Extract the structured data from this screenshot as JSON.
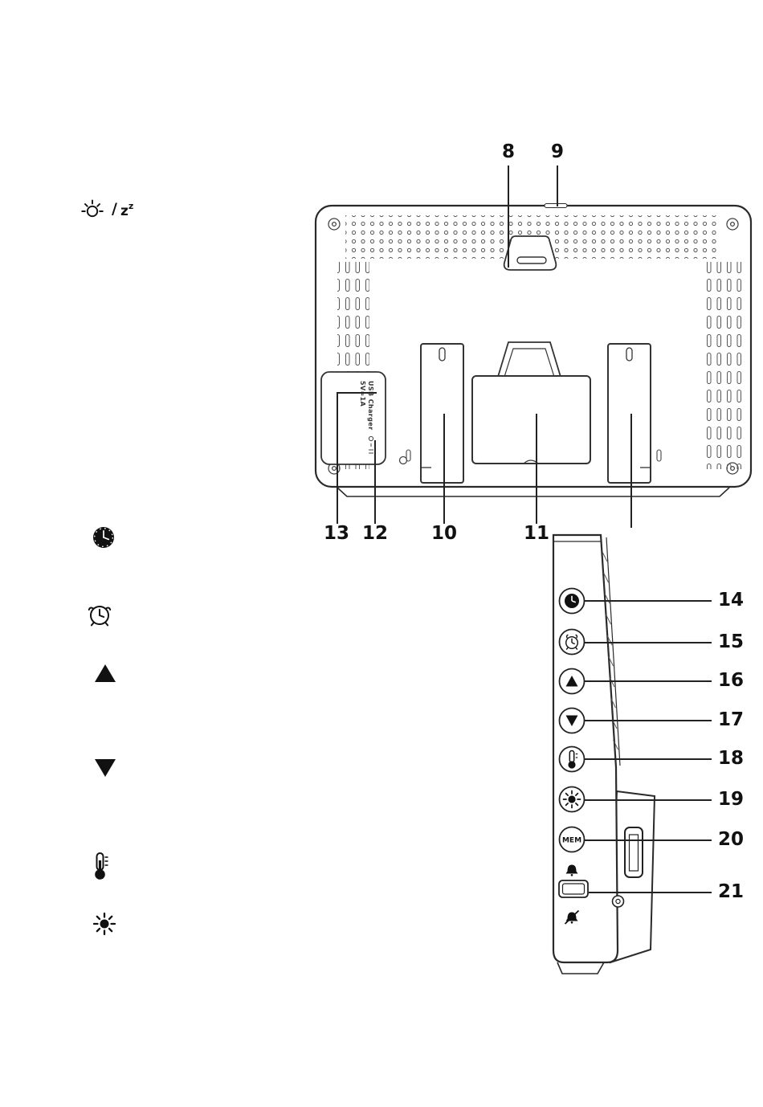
{
  "page": {
    "background": "#ffffff"
  },
  "callouts": {
    "c8": "8",
    "c9": "9",
    "c10": "10",
    "c11": "11",
    "c12": "12",
    "c13": "13",
    "c14": "14",
    "c15": "15",
    "c16": "16",
    "c17": "17",
    "c18": "18",
    "c19": "19",
    "c20": "20",
    "c21": "21"
  },
  "legend": {
    "snooze_slash": "/",
    "snooze_z_large": "z",
    "snooze_z_small": "z"
  },
  "back_view": {
    "usb_label_line1": "5V=1A",
    "usb_label_line2": "USB Charger"
  },
  "side_view": {
    "mem_label": "MEM"
  },
  "colors": {
    "outline": "#2a2a2a",
    "label": "#111111"
  }
}
